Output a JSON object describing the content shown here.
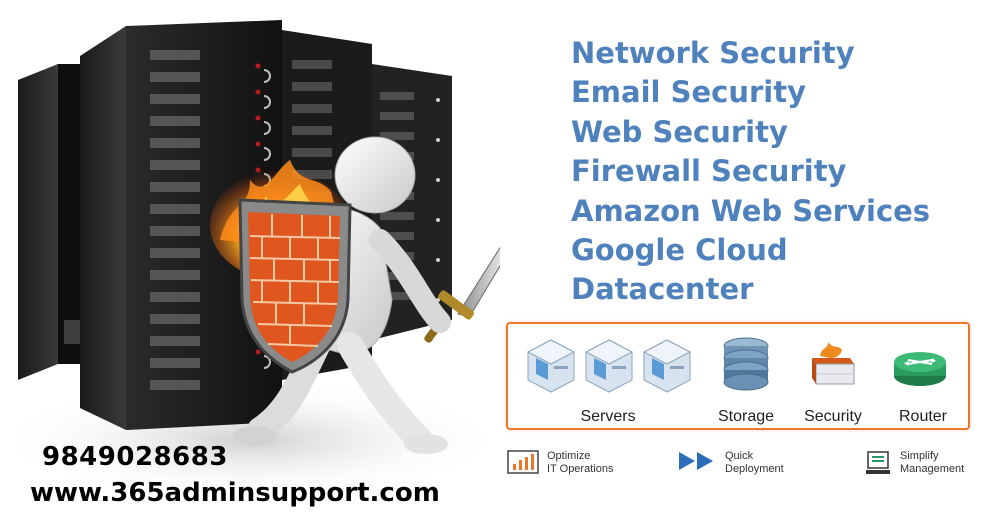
{
  "services": [
    "Network Security",
    "Email Security",
    "Web Security",
    "Firewall Security",
    "Amazon Web Services",
    "Google Cloud",
    "Datacenter"
  ],
  "infrastructure": {
    "servers_label": "Servers",
    "storage_label": "Storage",
    "security_label": "Security",
    "router_label": "Router"
  },
  "features": [
    {
      "line1": "Optimize",
      "line2": "IT Operations",
      "icon": "chart-icon"
    },
    {
      "line1": "Quick",
      "line2": "Deployment",
      "icon": "fast-forward-icon"
    },
    {
      "line1": "Simplify",
      "line2": "Management",
      "icon": "management-icon"
    }
  ],
  "contact": {
    "phone": "9849028683",
    "website": "www.365adminsupport.com"
  },
  "colors": {
    "services_text": "#4f81bd",
    "panel_border": "#e8782c",
    "accent_blue": "#2a6ebb"
  }
}
